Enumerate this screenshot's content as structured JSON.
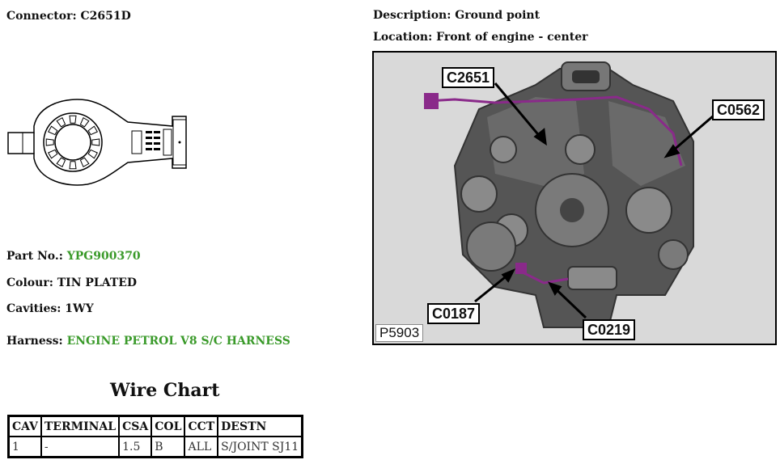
{
  "connector": {
    "label": "Connector: C2651D"
  },
  "description": {
    "label": "Description:",
    "value": "Ground point"
  },
  "location": {
    "label": "Location:",
    "value": "Front of engine - center"
  },
  "part_no": {
    "label": "Part No.:",
    "value": "YPG900370"
  },
  "colour": {
    "label": "Colour:",
    "value": "TIN PLATED"
  },
  "cavities": {
    "label": "Cavities:",
    "value": "1WY"
  },
  "harness": {
    "label": "Harness:",
    "value": "ENGINE PETROL V8 S/C HARNESS"
  },
  "photo": {
    "id": "P5903",
    "callouts": [
      "C2651",
      "C0562",
      "C0187",
      "C0219"
    ],
    "harness_color": "#8a2a8a"
  },
  "wire_chart": {
    "title": "Wire Chart",
    "headers": [
      "CAV",
      "TERMINAL",
      "CSA",
      "COL",
      "CCT",
      "DESTN"
    ],
    "rows": [
      [
        "1",
        "-",
        "1.5",
        "B",
        "ALL",
        "S/JOINT SJ11"
      ]
    ]
  },
  "colors": {
    "accent_green": "#3a9a2a"
  }
}
